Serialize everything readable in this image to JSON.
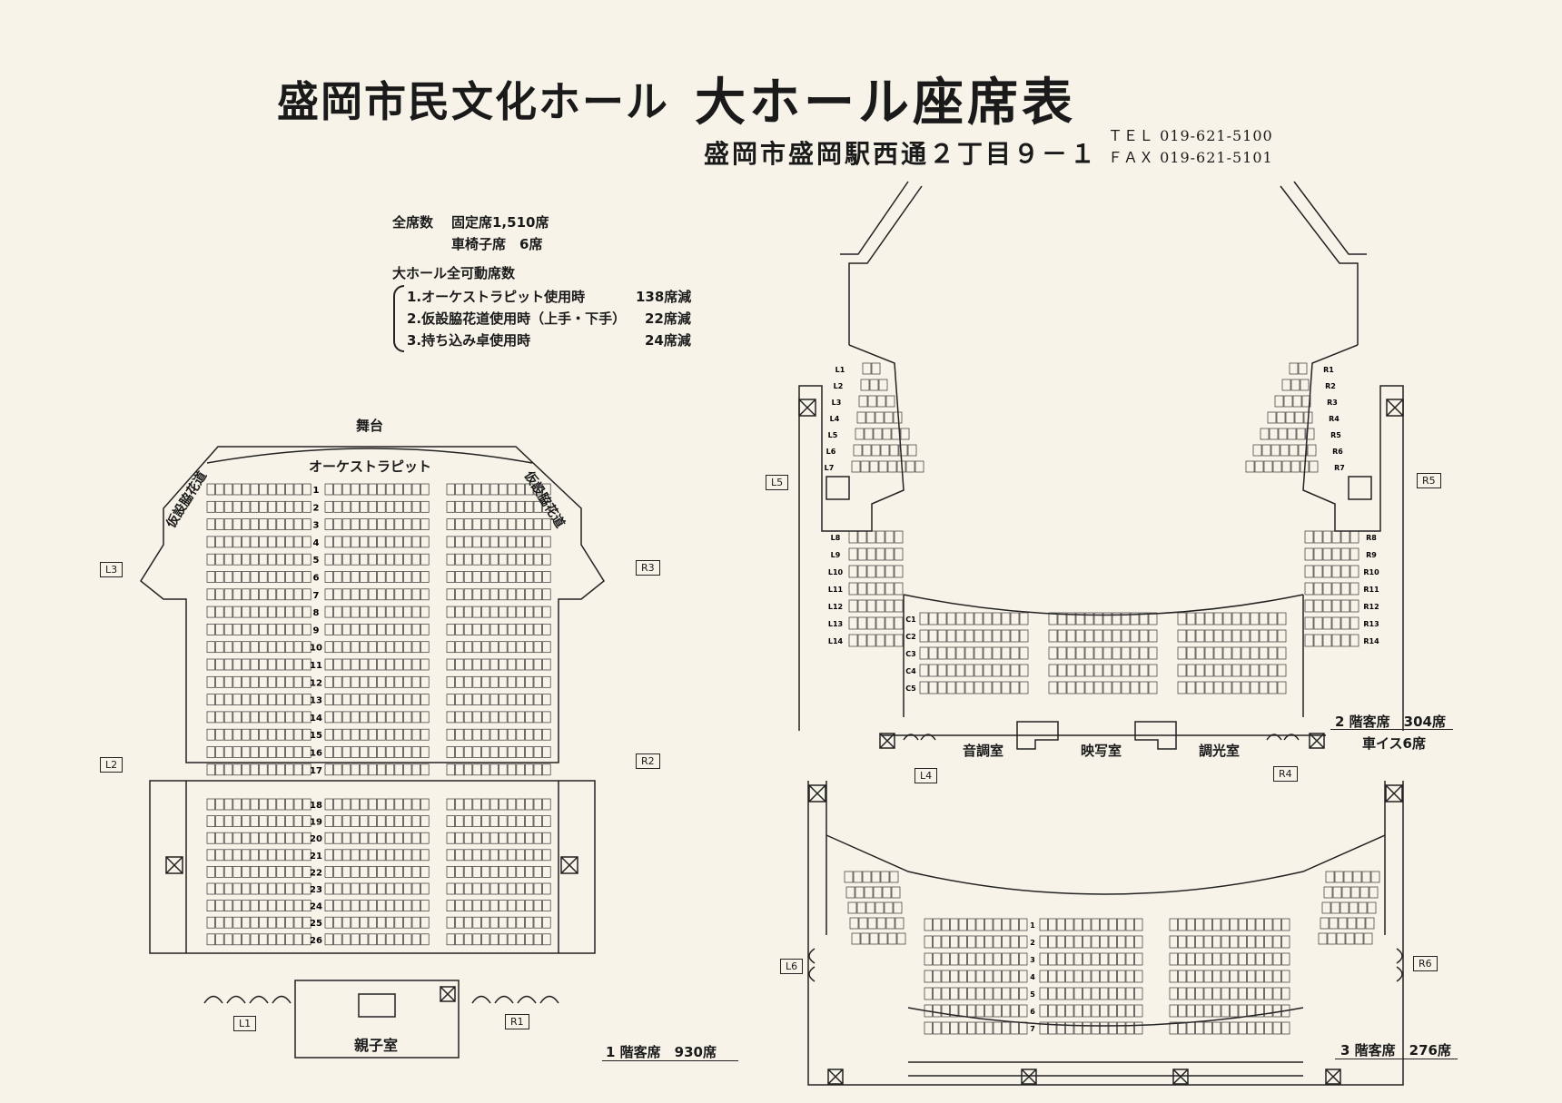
{
  "header": {
    "title_main": "盛岡市民文化ホール",
    "title_hall": "大ホール座席表",
    "address": "盛岡市盛岡駅西通２丁目９－１",
    "tel": "ＴＥＬ 019-621-5100",
    "fax": "ＦＡＸ 019-621-5101"
  },
  "info": {
    "total_label": "全席数",
    "fixed": "固定席1,510席",
    "wheelchair": "車椅子席　6席",
    "movable_title": "大ホール全可動席数",
    "items": [
      {
        "label": "1.オーケストラピット使用時",
        "value": "138席減"
      },
      {
        "label": "2.仮設脇花道使用時（上手・下手）",
        "value": "22席減"
      },
      {
        "label": "3.持ち込み卓使用時",
        "value": "24席減"
      }
    ]
  },
  "floor1": {
    "stage": "舞台",
    "pit": "オーケストラピット",
    "hanamichi": "仮設脇花道",
    "doors": [
      "L3",
      "R3",
      "L2",
      "R2",
      "L1",
      "R1"
    ],
    "room": "親子室",
    "caption": "1 階客席　930席",
    "front_rows": [
      "1",
      "2",
      "3",
      "4",
      "5",
      "6",
      "7",
      "8",
      "9",
      "10",
      "11",
      "12",
      "13",
      "14",
      "15",
      "16",
      "17"
    ],
    "rear_rows": [
      "18",
      "19",
      "20",
      "21",
      "22",
      "23",
      "24",
      "25",
      "26"
    ]
  },
  "floor2": {
    "doors": [
      "L5",
      "R5",
      "L4",
      "R4"
    ],
    "rooms": [
      "音調室",
      "映写室",
      "調光室"
    ],
    "caption": "2 階客席　304席",
    "caption2": "車イス6席",
    "left_box_rows": [
      "L1",
      "L2",
      "L3",
      "L4",
      "L5",
      "L6",
      "L7"
    ],
    "right_box_rows": [
      "R1",
      "R2",
      "R3",
      "R4",
      "R5",
      "R6",
      "R7"
    ],
    "left_side_rows": [
      "L8",
      "L9",
      "L10",
      "L11",
      "L12",
      "L13",
      "L14"
    ],
    "right_side_rows": [
      "R8",
      "R9",
      "R10",
      "R11",
      "R12",
      "R13",
      "R14"
    ],
    "center_rows": [
      "C1",
      "C2",
      "C3",
      "C4",
      "C5"
    ]
  },
  "floor3": {
    "doors": [
      "L6",
      "R6"
    ],
    "caption": "3 階客席　276席",
    "rows": [
      "1",
      "2",
      "3",
      "4",
      "5",
      "6",
      "7"
    ]
  }
}
